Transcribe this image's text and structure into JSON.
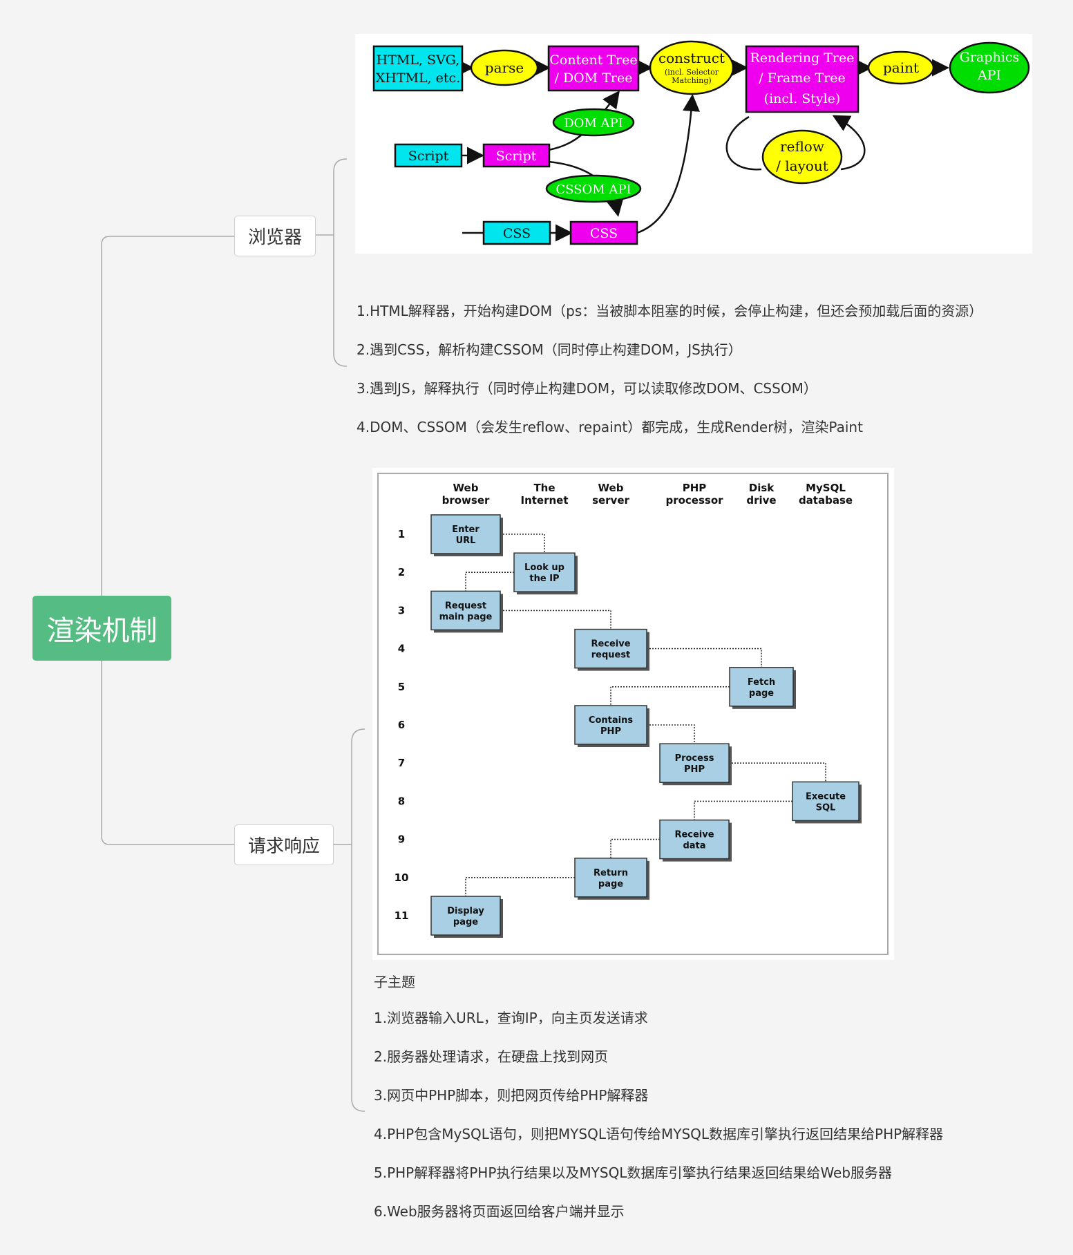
{
  "root": {
    "label": "渲染机制"
  },
  "branches": [
    {
      "label": "浏览器",
      "notes": [
        "1.HTML解释器，开始构建DOM（ps：当被脚本阻塞的时候，会停止构建，但还会预加载后面的资源）",
        "2.遇到CSS，解析构建CSSOM（同时停止构建DOM，JS执行）",
        "3.遇到JS，解释执行（同时停止构建DOM，可以读取修改DOM、CSSOM）",
        "4.DOM、CSSOM（会发生reflow、repaint）都完成，生成Render树，渲染Paint"
      ],
      "diagram": {
        "src": "HTML, SVG,\nXHTML, etc.",
        "parse": "parse",
        "content_tree": "Content Tree\n/ DOM Tree",
        "construct": "construct",
        "construct_sub": "(incl. Selector\nMatching)",
        "render_tree": "Rendering Tree\n/ Frame Tree\n(incl. Style)",
        "paint": "paint",
        "graphics": "Graphics\nAPI",
        "dom_api": "DOM API",
        "script_src": "Script",
        "script": "Script",
        "cssom_api": "CSSOM API",
        "reflow": "reflow\n/ layout",
        "css_src": "CSS",
        "css": "CSS",
        "colors": {
          "cyan": "#00e5ee",
          "magenta": "#ee00ee",
          "yellow": "#ffff00",
          "green": "#00dd00"
        }
      }
    },
    {
      "label": "请求响应",
      "notes": [
        "子主题",
        "1.浏览器输入URL，查询IP，向主页发送请求",
        "2.服务器处理请求，在硬盘上找到网页",
        "3.网页中PHP脚本，则把网页传给PHP解释器",
        "4.PHP包含MySQL语句，则把MYSQL语句传给MYSQL数据库引擎执行返回结果给PHP解释器",
        "5.PHP解释器将PHP执行结果以及MYSQL数据库引擎执行结果返回结果给Web服务器",
        "6.Web服务器将页面返回给客户端并显示"
      ],
      "flow": {
        "columns": [
          "Web\nbrowser",
          "The\nInternet",
          "Web\nserver",
          "PHP\nprocessor",
          "Disk\ndrive",
          "MySQL\ndatabase"
        ],
        "rows": [
          "1",
          "2",
          "3",
          "4",
          "5",
          "6",
          "7",
          "8",
          "9",
          "10",
          "11"
        ],
        "steps": [
          {
            "label": "Enter\nURL",
            "col": 0,
            "row": 0
          },
          {
            "label": "Look up\nthe IP",
            "col": 1,
            "row": 1
          },
          {
            "label": "Request\nmain page",
            "col": 0,
            "row": 2
          },
          {
            "label": "Receive\nrequest",
            "col": 2,
            "row": 3
          },
          {
            "label": "Fetch\npage",
            "col": 4,
            "row": 4
          },
          {
            "label": "Contains\nPHP",
            "col": 2,
            "row": 5
          },
          {
            "label": "Process\nPHP",
            "col": 3,
            "row": 6
          },
          {
            "label": "Execute\nSQL",
            "col": 5,
            "row": 7
          },
          {
            "label": "Receive\ndata",
            "col": 3,
            "row": 8
          },
          {
            "label": "Return\npage",
            "col": 2,
            "row": 9
          },
          {
            "label": "Display\npage",
            "col": 0,
            "row": 10
          }
        ],
        "box_color": "#a8cfe3"
      }
    }
  ]
}
